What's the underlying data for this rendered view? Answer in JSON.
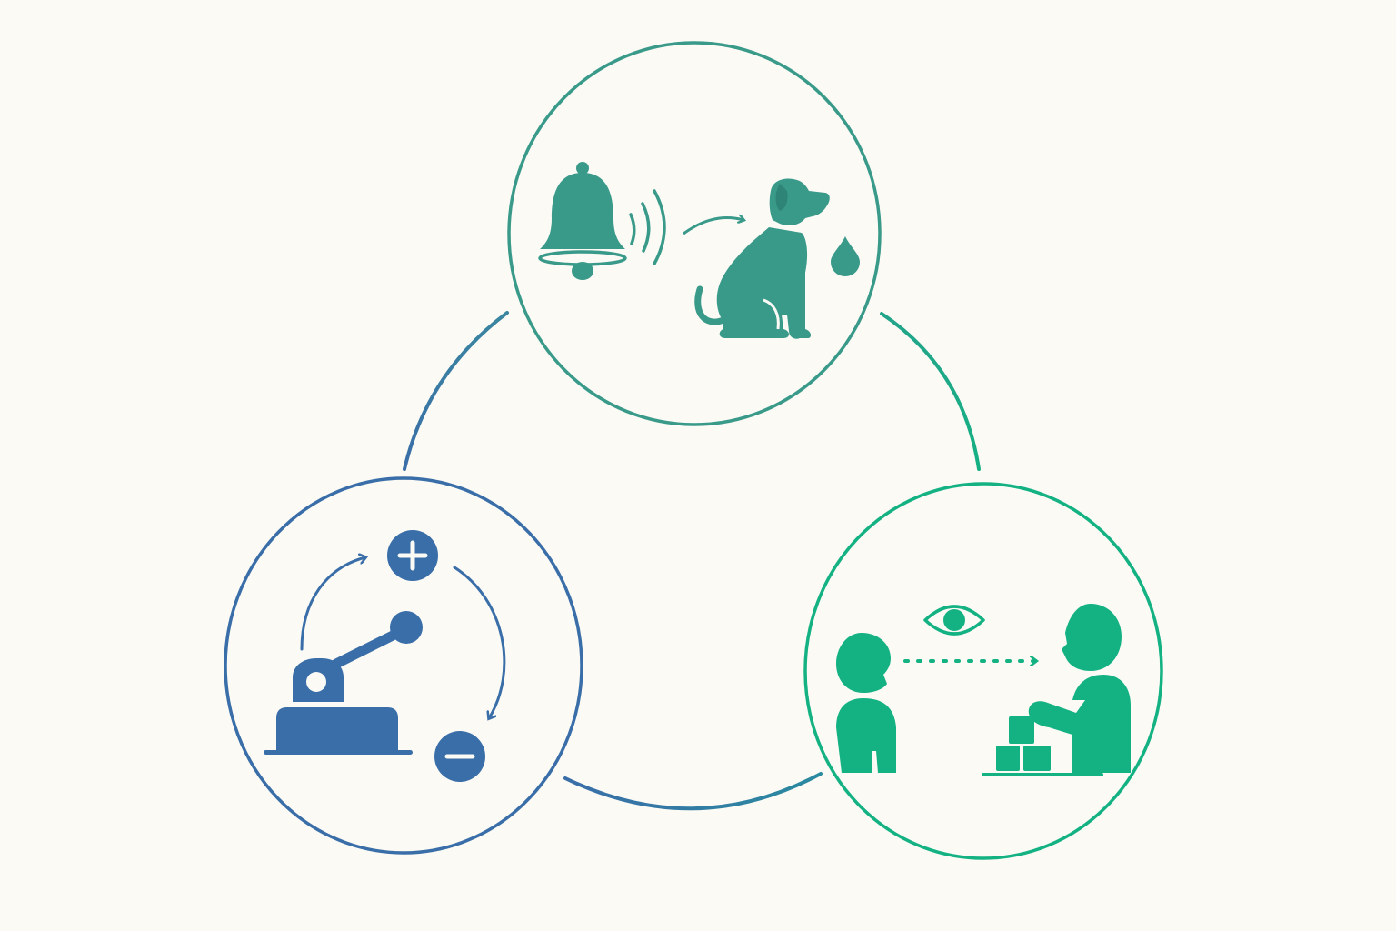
{
  "diagram": {
    "type": "learning-theories-cycle",
    "nodes": [
      {
        "id": "classical-conditioning",
        "icons": [
          "bell-icon",
          "sound-waves-icon",
          "arrow-icon",
          "dog-icon",
          "saliva-drop-icon"
        ]
      },
      {
        "id": "operant-conditioning",
        "icons": [
          "lever-machine-icon",
          "plus-reward-icon",
          "minus-punishment-icon",
          "cycle-arrows-icon"
        ]
      },
      {
        "id": "observational-learning",
        "icons": [
          "observer-person-icon",
          "eye-icon",
          "dotted-arrow-icon",
          "model-person-icon",
          "blocks-icon"
        ]
      }
    ],
    "colors": {
      "background": "#fbfaf5",
      "classical": "#3a9a8a",
      "operant": "#3a6ea8",
      "observational": "#14b283"
    }
  }
}
